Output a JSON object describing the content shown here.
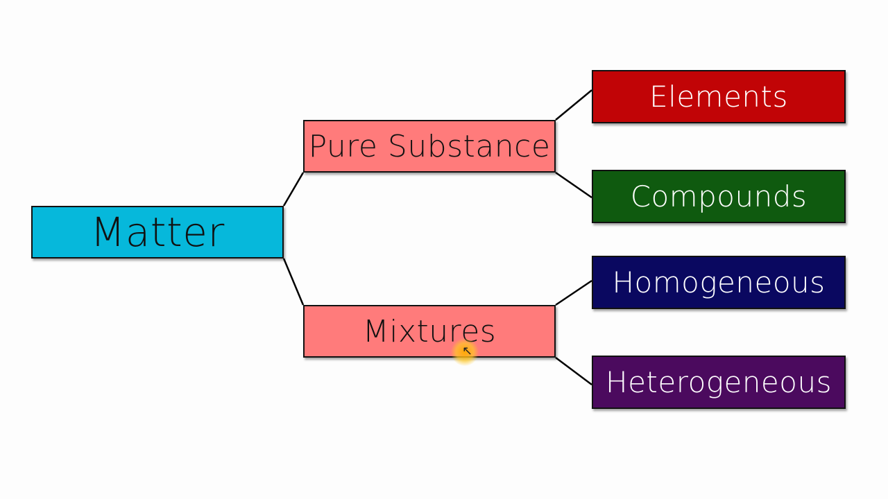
{
  "diagram": {
    "root": {
      "label": "Matter",
      "color": "#06b8db"
    },
    "branches": [
      {
        "label": "Pure Substance",
        "color": "#ff7b7b",
        "children": [
          {
            "label": "Elements",
            "color": "#c10406"
          },
          {
            "label": "Compounds",
            "color": "#0f5a0f"
          }
        ]
      },
      {
        "label": "Mixtures",
        "color": "#ff7b7b",
        "children": [
          {
            "label": "Homogeneous",
            "color": "#0a0860"
          },
          {
            "label": "Heterogeneous",
            "color": "#4b0a5e"
          }
        ]
      }
    ],
    "connector_color": "#000000"
  },
  "pointer": {
    "icon": "cursor-arrow-icon",
    "highlight_color": "#ffaa00"
  }
}
